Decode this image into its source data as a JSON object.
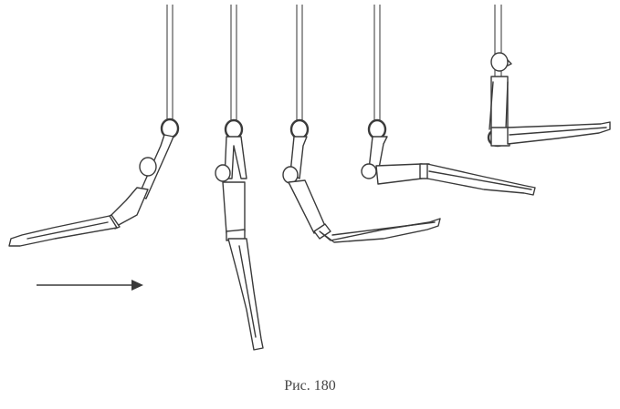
{
  "figure": {
    "caption": "Рис. 180",
    "arrow_direction": "right",
    "figures": [
      {
        "pose": "forward-swing-horizontal"
      },
      {
        "pose": "hang-vertical"
      },
      {
        "pose": "pike-legs-up"
      },
      {
        "pose": "front-lever"
      },
      {
        "pose": "upper-arm-support-l-sit"
      }
    ],
    "line_color": "#3a3a3a"
  }
}
